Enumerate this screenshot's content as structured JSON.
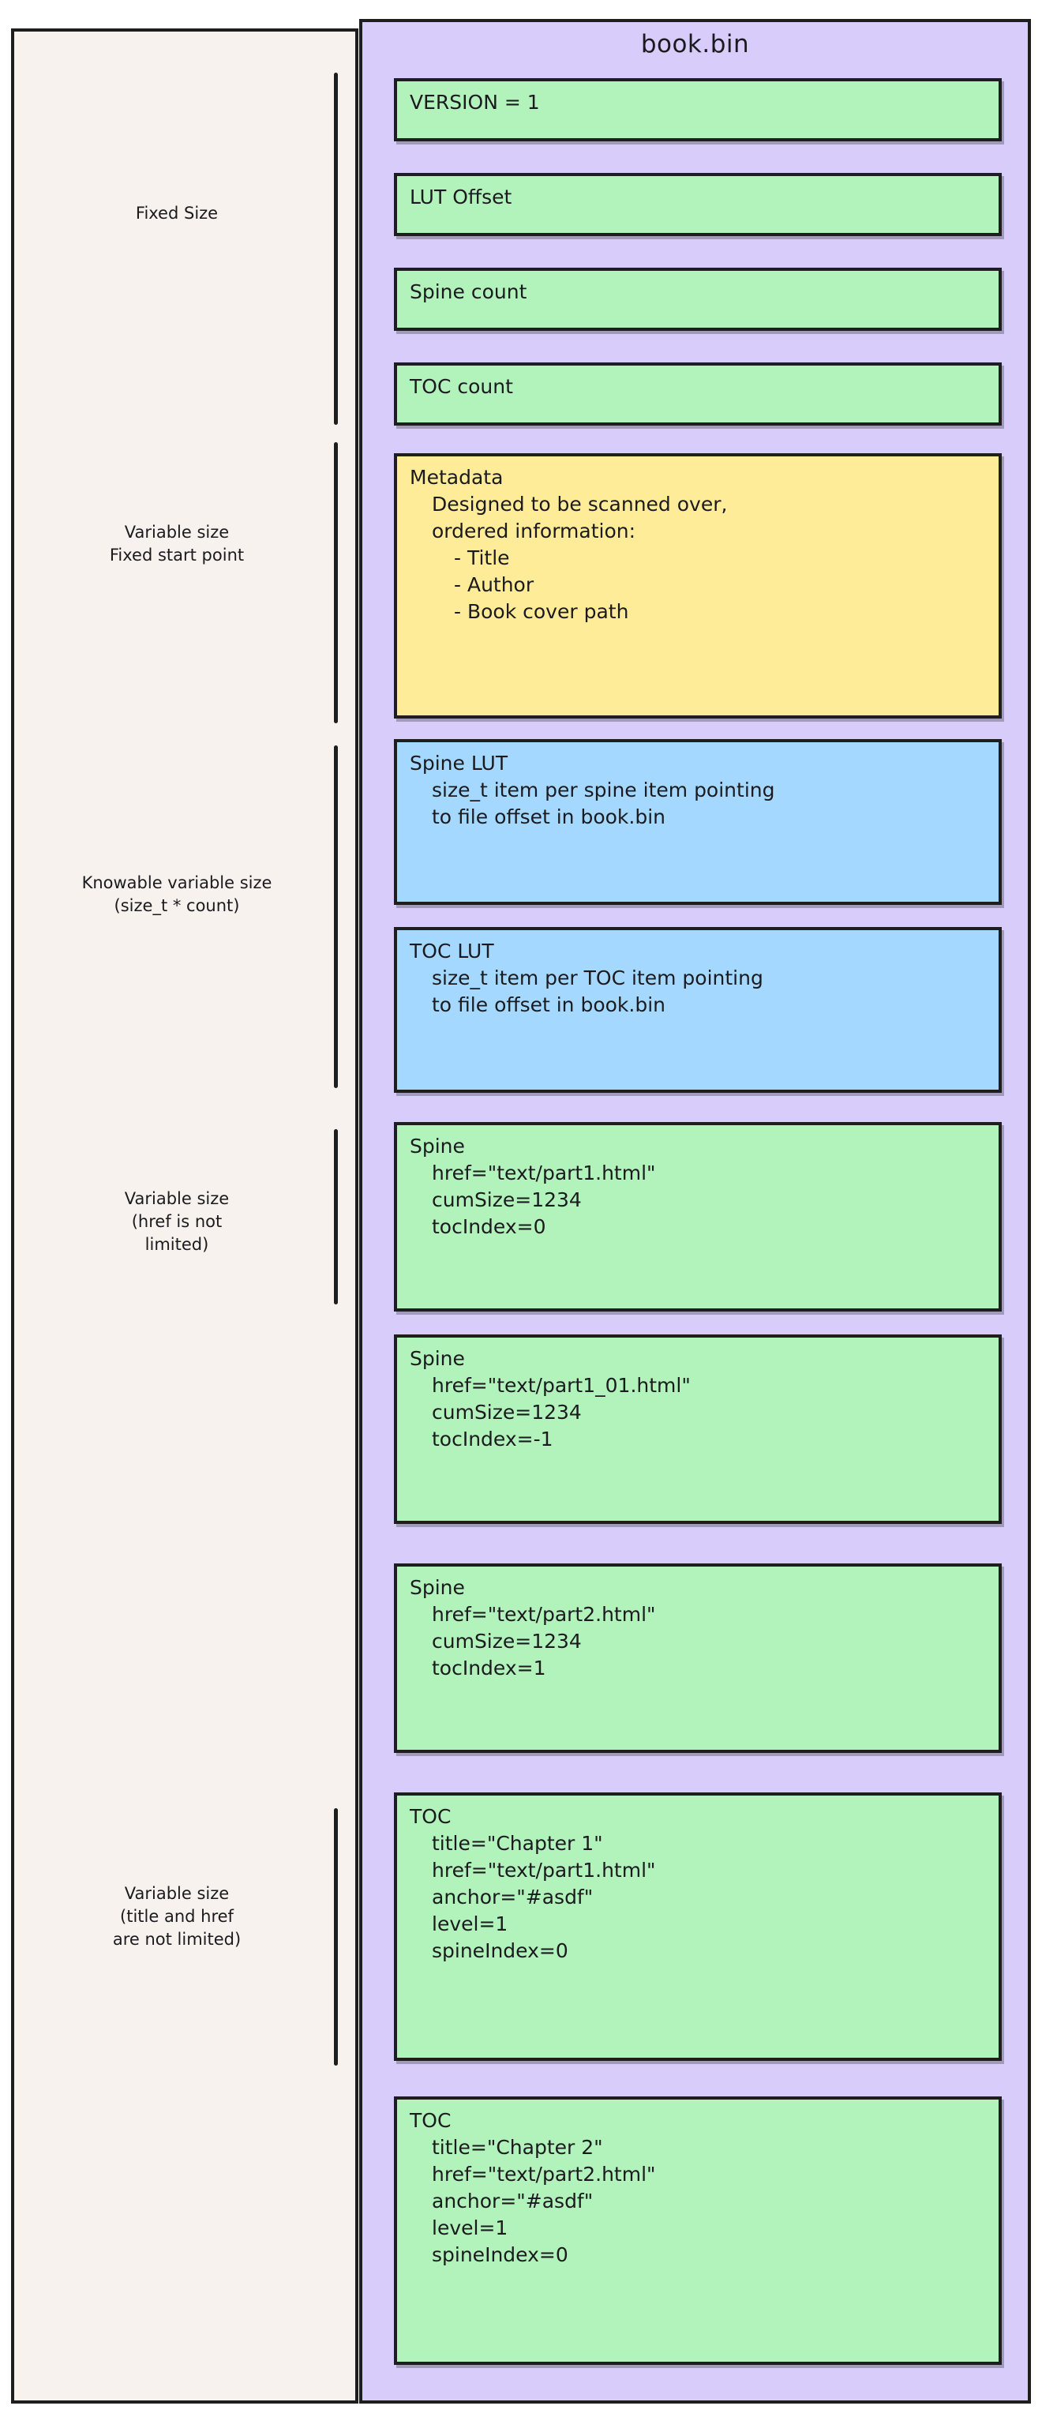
{
  "title": "book.bin",
  "colors": {
    "page_background": "#ffffff",
    "left_panel": "#f8f2ee",
    "right_panel": "#d8cdfa",
    "green_box": "#b2f2bb",
    "yellow_box": "#ffec99",
    "blue_box": "#a5d8ff",
    "stroke": "#1e1e1e"
  },
  "groups": [
    {
      "id": "fixed-size",
      "label": "Fixed Size"
    },
    {
      "id": "variable-fixed-start",
      "label": "Variable size\nFixed start point"
    },
    {
      "id": "knowable-variable-size",
      "label": "Knowable variable size\n(size_t * count)"
    },
    {
      "id": "variable-href",
      "label": "Variable size\n(href is not\nlimited)"
    },
    {
      "id": "variable-title-href",
      "label": "Variable size\n(title and href\nare not limited)"
    }
  ],
  "boxes": [
    {
      "id": "version",
      "color": "green",
      "lines": [
        {
          "text": "VERSION = 1",
          "indent": 0
        }
      ]
    },
    {
      "id": "lut-offset",
      "color": "green",
      "lines": [
        {
          "text": "LUT Offset",
          "indent": 0
        }
      ]
    },
    {
      "id": "spine-count",
      "color": "green",
      "lines": [
        {
          "text": "Spine count",
          "indent": 0
        }
      ]
    },
    {
      "id": "toc-count",
      "color": "green",
      "lines": [
        {
          "text": "TOC count",
          "indent": 0
        }
      ]
    },
    {
      "id": "metadata",
      "color": "yellow",
      "lines": [
        {
          "text": "Metadata",
          "indent": 0
        },
        {
          "text": "Designed to be scanned over,",
          "indent": 1
        },
        {
          "text": "ordered information:",
          "indent": 1
        },
        {
          "text": "- Title",
          "indent": 2
        },
        {
          "text": "- Author",
          "indent": 2
        },
        {
          "text": "- Book cover path",
          "indent": 2
        }
      ]
    },
    {
      "id": "spine-lut",
      "color": "blue",
      "lines": [
        {
          "text": "Spine LUT",
          "indent": 0
        },
        {
          "text": "size_t item per spine item pointing",
          "indent": 1
        },
        {
          "text": "to file offset in book.bin",
          "indent": 1
        }
      ]
    },
    {
      "id": "toc-lut",
      "color": "blue",
      "lines": [
        {
          "text": "TOC LUT",
          "indent": 0
        },
        {
          "text": "size_t item per TOC item pointing",
          "indent": 1
        },
        {
          "text": "to file offset in book.bin",
          "indent": 1
        }
      ]
    },
    {
      "id": "spine-1",
      "color": "green",
      "lines": [
        {
          "text": "Spine",
          "indent": 0
        },
        {
          "text": "href=\"text/part1.html\"",
          "indent": 1
        },
        {
          "text": "cumSize=1234",
          "indent": 1
        },
        {
          "text": "tocIndex=0",
          "indent": 1
        }
      ]
    },
    {
      "id": "spine-2",
      "color": "green",
      "lines": [
        {
          "text": "Spine",
          "indent": 0
        },
        {
          "text": "href=\"text/part1_01.html\"",
          "indent": 1
        },
        {
          "text": "cumSize=1234",
          "indent": 1
        },
        {
          "text": "tocIndex=-1",
          "indent": 1
        }
      ]
    },
    {
      "id": "spine-3",
      "color": "green",
      "lines": [
        {
          "text": "Spine",
          "indent": 0
        },
        {
          "text": "href=\"text/part2.html\"",
          "indent": 1
        },
        {
          "text": "cumSize=1234",
          "indent": 1
        },
        {
          "text": "tocIndex=1",
          "indent": 1
        }
      ]
    },
    {
      "id": "toc-1",
      "color": "green",
      "lines": [
        {
          "text": "TOC",
          "indent": 0
        },
        {
          "text": "title=\"Chapter 1\"",
          "indent": 1
        },
        {
          "text": "href=\"text/part1.html\"",
          "indent": 1
        },
        {
          "text": "anchor=\"#asdf\"",
          "indent": 1
        },
        {
          "text": "level=1",
          "indent": 1
        },
        {
          "text": "spineIndex=0",
          "indent": 1
        }
      ]
    },
    {
      "id": "toc-2",
      "color": "green",
      "lines": [
        {
          "text": "TOC",
          "indent": 0
        },
        {
          "text": "title=\"Chapter 2\"",
          "indent": 1
        },
        {
          "text": "href=\"text/part2.html\"",
          "indent": 1
        },
        {
          "text": "anchor=\"#asdf\"",
          "indent": 1
        },
        {
          "text": "level=1",
          "indent": 1
        },
        {
          "text": "spineIndex=0",
          "indent": 1
        }
      ]
    }
  ]
}
